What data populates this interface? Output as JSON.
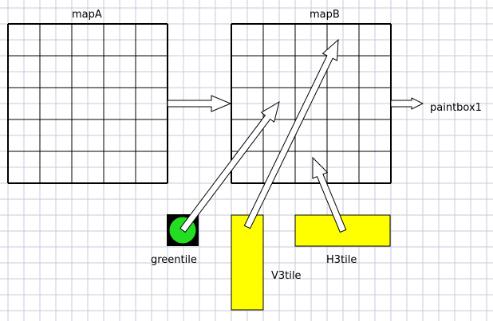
{
  "labels": {
    "map_a": "mapA",
    "map_b": "mapB",
    "paintbox": "paintbox1",
    "greentile": "greentile",
    "v3tile": "V3tile",
    "h3tile": "H3tile"
  },
  "colors": {
    "background": "#ffffff",
    "background_grid": "#c8c8dc",
    "map_grid": "#000000",
    "green_tile_fill": "#22dd22",
    "green_tile_frame": "#000000",
    "yellow_tile_fill": "#ffff00",
    "arrow_outline": "#000000",
    "arrow_fill": "#ffffff"
  },
  "maps": {
    "rows": 5,
    "cols": 5
  }
}
